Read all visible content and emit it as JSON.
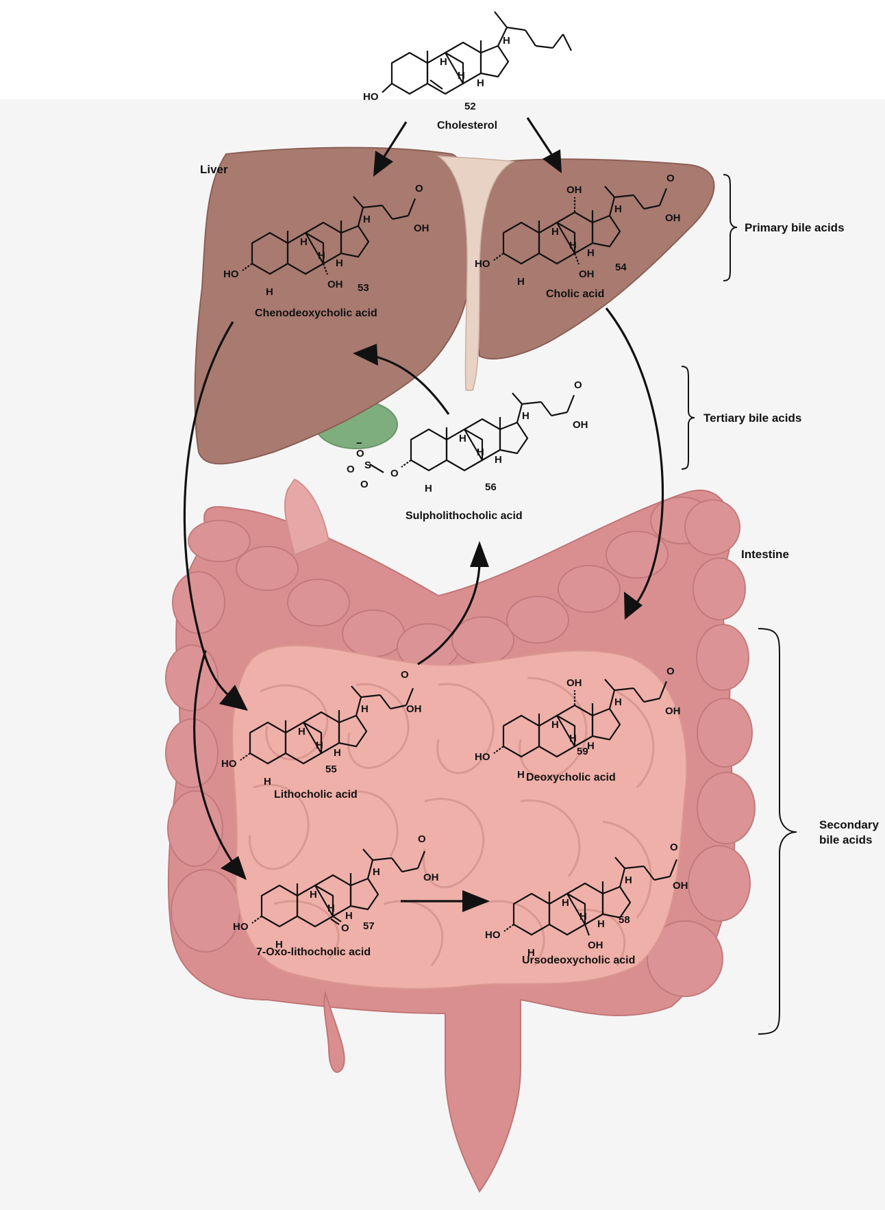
{
  "colors": {
    "background_panel": "#f6f5f5",
    "liver": "#a87a70",
    "liver_dark": "#8a5e55",
    "gallbladder": "#7fae7e",
    "duct": "#e8d2c4",
    "large_intestine": "#d98f90",
    "small_intestine": "#efb0a9",
    "small_intestine_shadow": "#d99890",
    "arrow": "#111111"
  },
  "labels": {
    "liver": "Liver",
    "intestine": "Intestine",
    "primary": "Primary bile acids",
    "tertiary": "Tertiary bile acids",
    "secondary_line1": "Secondary",
    "secondary_line2": "bile acids"
  },
  "compounds": [
    {
      "id": "52",
      "name": "Cholesterol",
      "hydroxyl": "HO"
    },
    {
      "id": "53",
      "name": "Chenodeoxycholic acid",
      "hydroxyl": "HO",
      "oh7": "OH",
      "acid_oh": "OH",
      "acid_o": "O"
    },
    {
      "id": "54",
      "name": "Cholic acid",
      "hydroxyl": "HO",
      "oh7": "OH",
      "oh12": "OH",
      "acid_oh": "OH",
      "acid_o": "O"
    },
    {
      "id": "55",
      "name": "Lithocholic acid",
      "hydroxyl": "HO",
      "acid_oh": "OH",
      "acid_o": "O"
    },
    {
      "id": "56",
      "name": "Sulpholithocholic acid",
      "acid_oh": "OH",
      "acid_o": "O",
      "sulfate_s": "S",
      "sulfate_o": "O",
      "sulfate_charge": "−"
    },
    {
      "id": "57",
      "name": "7-Oxo-lithocholic acid",
      "hydroxyl": "HO",
      "keto_o": "O",
      "acid_oh": "OH",
      "acid_o": "O"
    },
    {
      "id": "58",
      "name": "Ursodeoxycholic acid",
      "hydroxyl": "HO",
      "oh7": "OH",
      "acid_oh": "OH",
      "acid_o": "O"
    },
    {
      "id": "59",
      "name": "Deoxycholic acid",
      "hydroxyl": "HO",
      "oh12": "OH",
      "acid_oh": "OH",
      "acid_o": "O"
    }
  ],
  "h_label": "H"
}
